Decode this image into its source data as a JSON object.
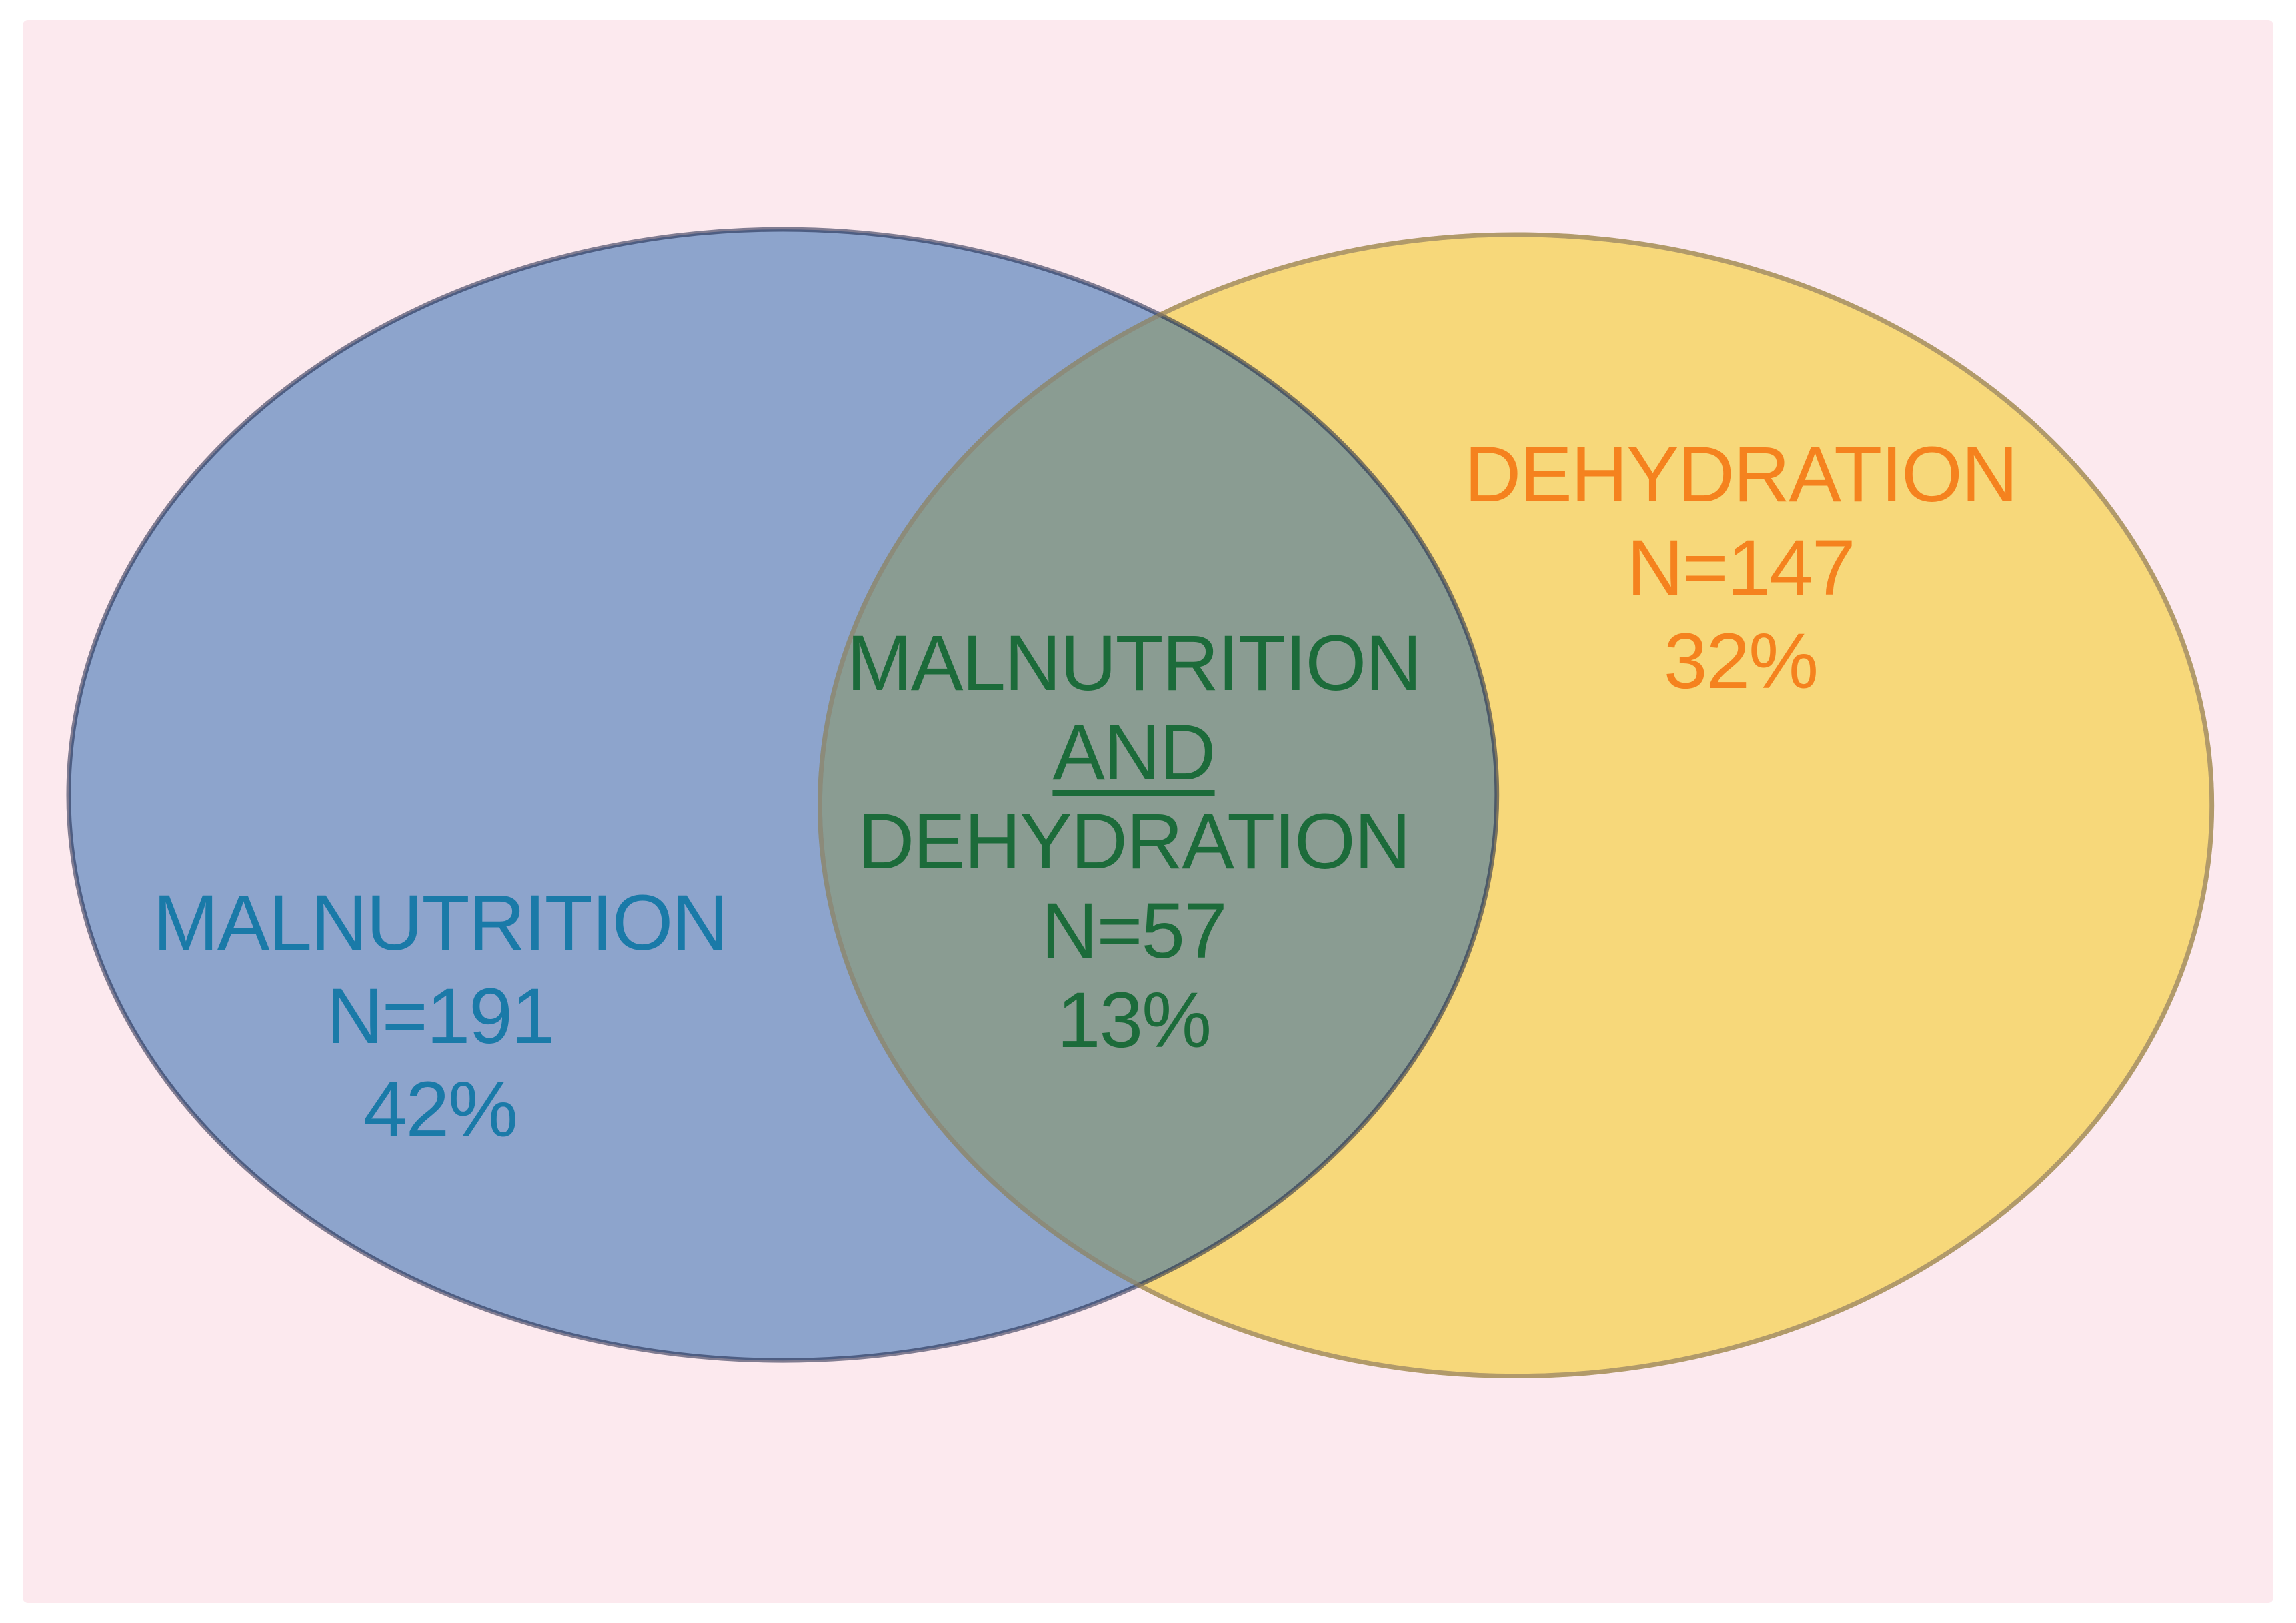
{
  "venn": {
    "panel_background_color": "#fce9ee",
    "page_background_color": "#ffffff",
    "left": {
      "label": "MALNUTRITION",
      "n": "N=191",
      "pct": "42%",
      "text_color": "#1a7aa8",
      "fill_base": "#1E5FAA",
      "fill_observed": "#92aad2",
      "border_color_observed": "#8e8c9d"
    },
    "right": {
      "label": "DEHYDRATION",
      "n": "N=147",
      "pct": "32%",
      "text_color": "#f5821e",
      "fill": "#f7d87a",
      "border_color": "#b19a6a"
    },
    "intersection": {
      "line1": "MALNUTRITION",
      "line2": "AND",
      "line3": "DEHYDRATION",
      "n": "N=57",
      "pct": "13%",
      "text_color": "#1c6b3a",
      "fill_observed": "#8fa08f"
    }
  },
  "chart_data": {
    "type": "venn",
    "sets": [
      {
        "name": "MALNUTRITION",
        "n": 191,
        "percent": 42
      },
      {
        "name": "DEHYDRATION",
        "n": 147,
        "percent": 32
      }
    ],
    "intersections": [
      {
        "name": "MALNUTRITION AND DEHYDRATION",
        "n": 57,
        "percent": 13
      }
    ],
    "legend_position": "in-shape",
    "title": ""
  }
}
